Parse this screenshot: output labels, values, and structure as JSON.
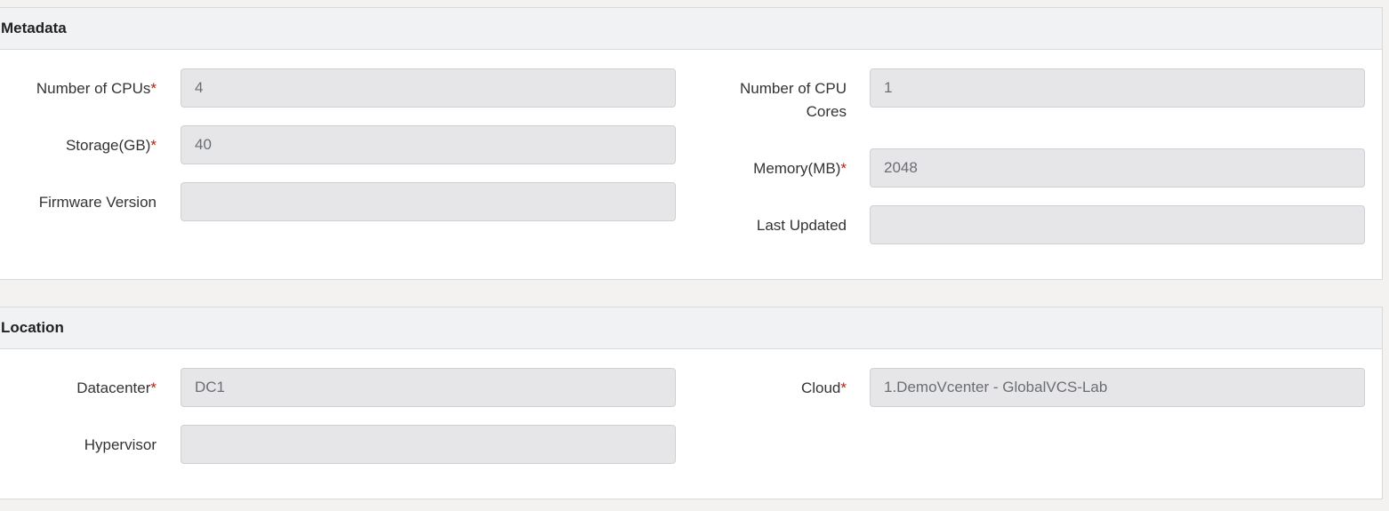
{
  "metadata": {
    "title": "Metadata",
    "cpus": {
      "label": "Number of CPUs",
      "required": "*",
      "value": "4"
    },
    "storage": {
      "label": "Storage(GB)",
      "required": "*",
      "value": "40"
    },
    "firmware": {
      "label": "Firmware Version",
      "value": ""
    },
    "cpu_cores": {
      "label_line1": "Number of CPU",
      "label_line2": "Cores",
      "value": "1"
    },
    "memory": {
      "label": "Memory(MB)",
      "required": "*",
      "value": "2048"
    },
    "last_updated": {
      "label": "Last Updated",
      "value": ""
    }
  },
  "location": {
    "title": "Location",
    "datacenter": {
      "label": "Datacenter",
      "required": "*",
      "value": "DC1"
    },
    "hypervisor": {
      "label": "Hypervisor",
      "value": ""
    },
    "cloud": {
      "label": "Cloud",
      "required": "*",
      "value": "1.DemoVcenter - GlobalVCS-Lab"
    }
  }
}
